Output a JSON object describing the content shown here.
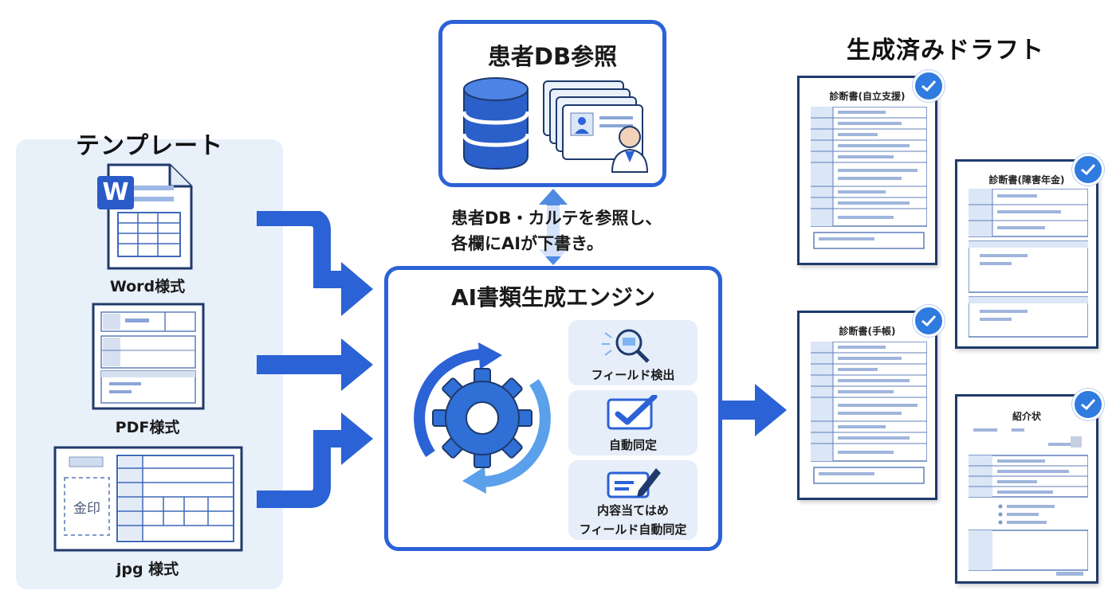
{
  "templates": {
    "title": "テンプレート",
    "word_label": "Word様式",
    "word_icon_letter": "W",
    "pdf_label": "PDF様式",
    "jpg_label": "jpg  様式",
    "seal_text": "金印"
  },
  "patient_db": {
    "title": "患者DB参照",
    "icons": [
      "database-icon",
      "patient-cards-icon",
      "doctor-icon"
    ]
  },
  "note": {
    "line1": "患者DB・カルテを参照し、",
    "line2": "各欄にAIが下書き。"
  },
  "engine": {
    "title": "AI書類生成エンジン",
    "features": [
      {
        "label": "フィールド検出",
        "icon": "magnifier-icon"
      },
      {
        "label": "自動同定",
        "icon": "checkmark-icon"
      },
      {
        "label": "内容当てはめ",
        "label2": "フィールド自動同定",
        "icon": "pen-icon"
      }
    ]
  },
  "drafts": {
    "title": "生成済みドラフト",
    "documents": [
      {
        "title": "診断書(自立支援)"
      },
      {
        "title": "診断書(障害年金)"
      },
      {
        "title": "診断書(手帳)"
      },
      {
        "title": "紹介状"
      }
    ]
  },
  "colors": {
    "accent": "#2b62d6",
    "panel_bg": "#e8f0fa",
    "feature_bg": "#e6eef9",
    "doc_border": "#1f3a6b",
    "check_badge": "#2f7be0"
  }
}
